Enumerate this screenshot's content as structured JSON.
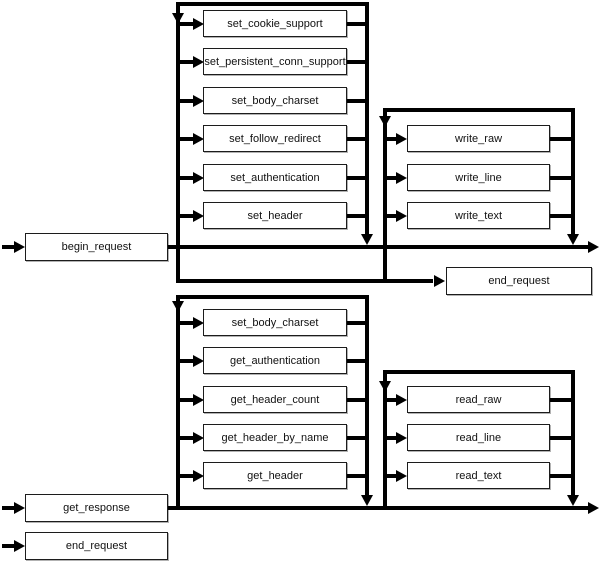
{
  "colors": {
    "line": "#000000",
    "box_border": "#1c1c1c",
    "box_fill": "#ffffff",
    "text": "#111111",
    "background": "#ffffff"
  },
  "request": {
    "entry_label": "begin_request",
    "settings_loop": [
      "set_cookie_support",
      "set_persistent_conn_support",
      "set_body_charset",
      "set_follow_redirect",
      "set_authentication",
      "set_header"
    ],
    "write_loop": [
      "write_raw",
      "write_line",
      "write_text"
    ],
    "exit_label": "end_request"
  },
  "response": {
    "entry_label": "get_response",
    "headers_loop": [
      "set_body_charset",
      "get_authentication",
      "get_header_count",
      "get_header_by_name",
      "get_header"
    ],
    "read_loop": [
      "read_raw",
      "read_line",
      "read_text"
    ],
    "exit_label": "end_request"
  }
}
